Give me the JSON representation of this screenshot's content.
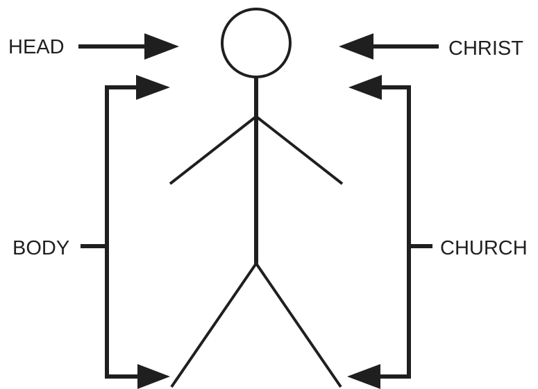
{
  "labels": {
    "head": "HEAD",
    "christ": "CHRIST",
    "body": "BODY",
    "church": "CHURCH"
  },
  "colors": {
    "ink": "#1f1f1f",
    "background": "#ffffff"
  }
}
